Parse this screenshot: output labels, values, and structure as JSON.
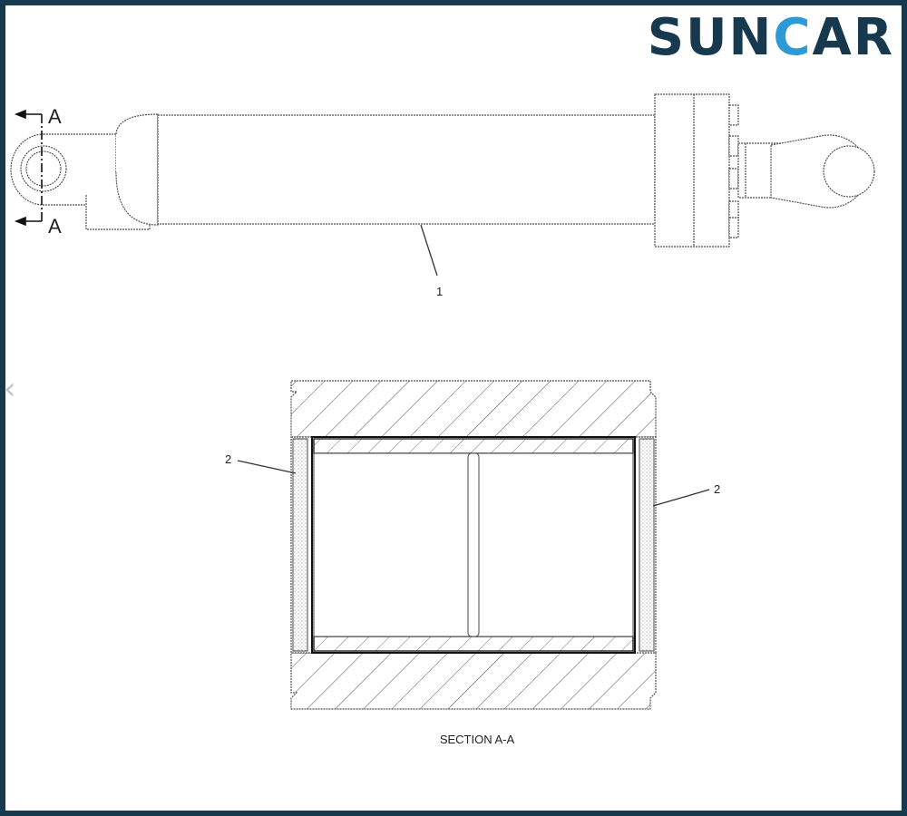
{
  "logo": {
    "part1": "SUN",
    "part2": "C",
    "part3": "AR",
    "accent_color": "#2d9ad6",
    "brand_color": "#17394f"
  },
  "diagram": {
    "section_marker_top": "A",
    "section_marker_bottom": "A",
    "callout_cylinder": "1",
    "callout_bearing_left": "2",
    "callout_bearing_right": "2",
    "section_caption": "SECTION A-A"
  },
  "navigation": {
    "prev_icon": "chevron-left-icon",
    "prev_glyph": "‹"
  }
}
